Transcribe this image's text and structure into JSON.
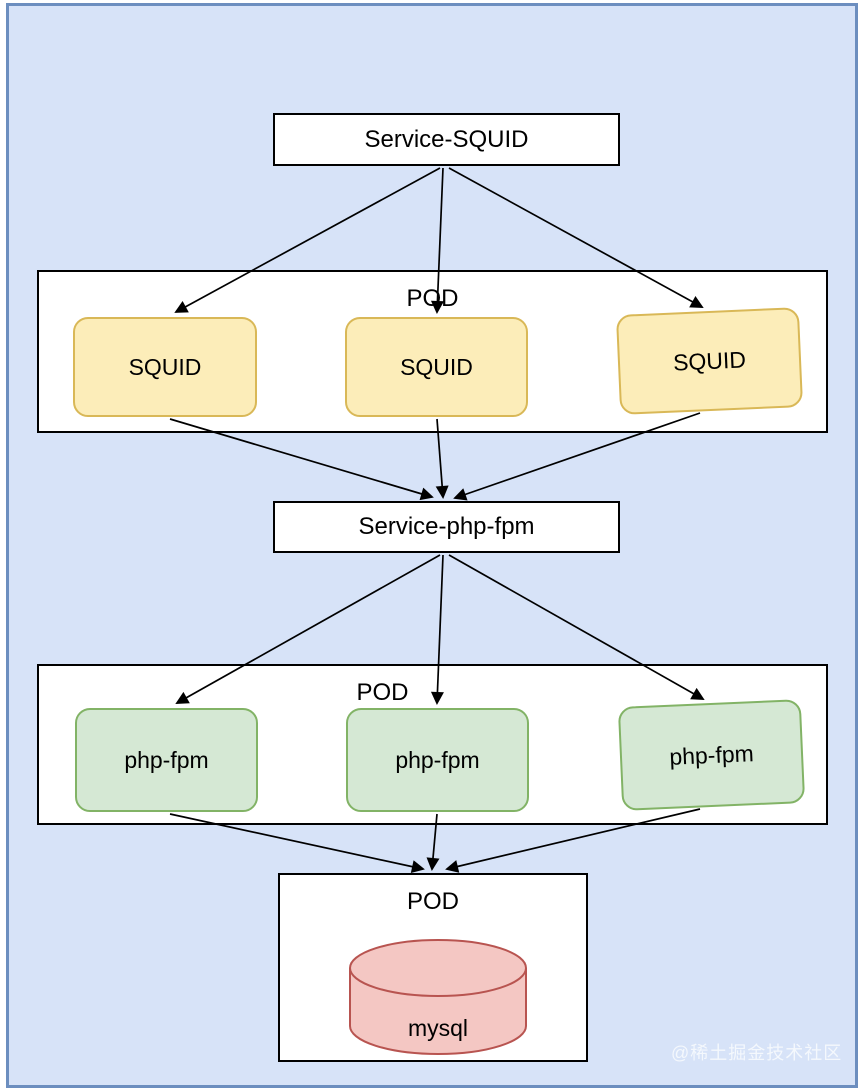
{
  "diagram": {
    "service_squid": {
      "label": "Service-SQUID"
    },
    "squid_pod": {
      "label": "POD",
      "nodes": [
        {
          "label": "SQUID"
        },
        {
          "label": "SQUID"
        },
        {
          "label": "SQUID"
        }
      ]
    },
    "service_php_fpm": {
      "label": "Service-php-fpm"
    },
    "php_fpm_pod": {
      "label": "POD",
      "nodes": [
        {
          "label": "php-fpm"
        },
        {
          "label": "php-fpm"
        },
        {
          "label": "php-fpm"
        }
      ]
    },
    "mysql_pod": {
      "label": "POD",
      "database": {
        "label": "mysql"
      }
    }
  },
  "watermark": {
    "text": "@稀土掘金技术社区"
  },
  "colors": {
    "canvas_fill": "#d7e3f8",
    "canvas_stroke": "#6c8ebf",
    "box_fill": "#ffffff",
    "box_stroke": "#000000",
    "squid_fill": "#fcedb9",
    "squid_stroke": "#d9b857",
    "php_fpm_fill": "#d5e8d4",
    "php_fpm_stroke": "#82b366",
    "mysql_fill": "#f4c7c3",
    "mysql_stroke": "#b85450",
    "arrow": "#000000"
  }
}
